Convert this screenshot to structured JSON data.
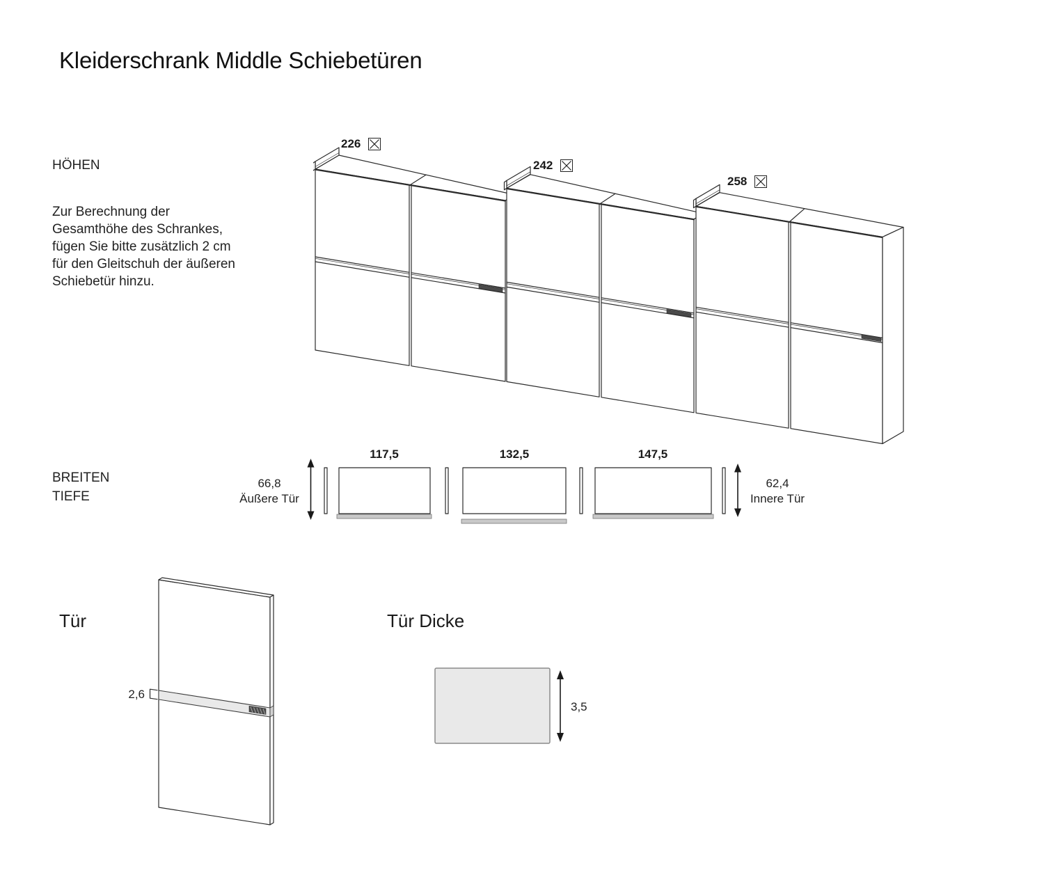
{
  "title": "Kleiderschrank Middle Schiebetüren",
  "hoehen": {
    "heading": "HÖHEN",
    "note_lines": [
      "Zur Berechnung der",
      "Gesamthöhe des Schrankes,",
      "fügen Sie bitte zusätzlich 2 cm",
      "für den Gleitschuh der äußeren",
      "Schiebetür hinzu."
    ],
    "heights": [
      {
        "value": "226"
      },
      {
        "value": "242"
      },
      {
        "value": "258"
      }
    ]
  },
  "breiten": {
    "heading1": "BREITEN",
    "heading2": "TIEFE",
    "widths": [
      {
        "value": "117,5"
      },
      {
        "value": "132,5"
      },
      {
        "value": "147,5"
      }
    ],
    "outer": {
      "value": "66,8",
      "label": "Äußere Tür"
    },
    "inner": {
      "value": "62,4",
      "label": "Innere Tür"
    }
  },
  "tuer": {
    "heading": "Tür",
    "strip_thickness": "2,6"
  },
  "tuer_dicke": {
    "heading": "Tür Dicke",
    "thickness": "3,5"
  }
}
